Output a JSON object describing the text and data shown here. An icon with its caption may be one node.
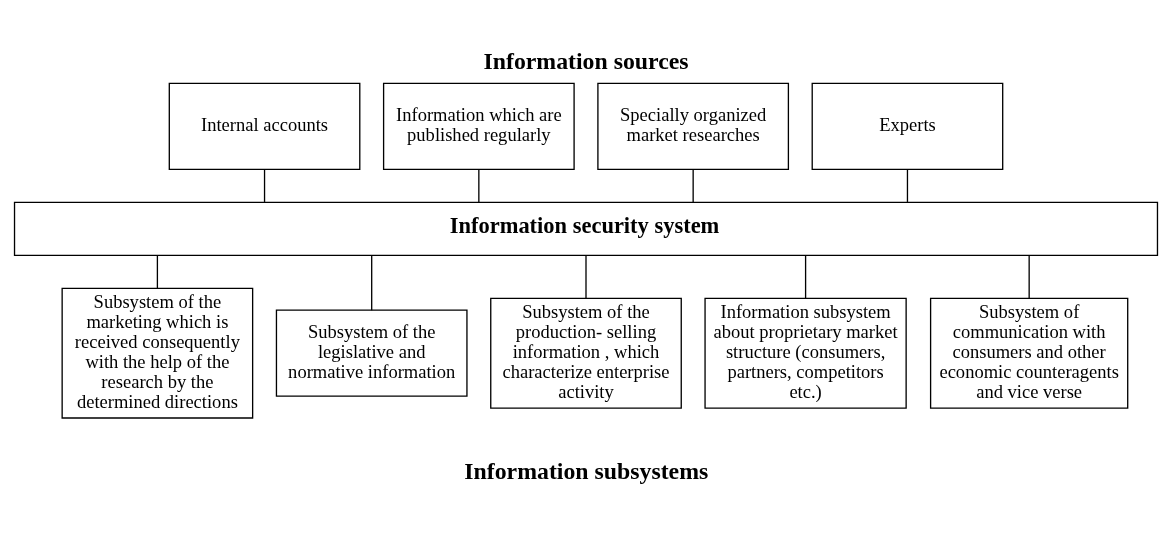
{
  "diagram": {
    "title": "Information sources",
    "caption": "Information subsystems",
    "nodes": [
      {
        "text": [
          "Internal accounts"
        ]
      },
      {
        "text": [
          "Information which are published regularly"
        ]
      },
      {
        "text": [
          "Specially organized market researches"
        ]
      },
      {
        "text": [
          "Experts"
        ]
      },
      {
        "text": [
          "Information security system"
        ]
      },
      {
        "text": [
          "Subsystem of the marketing which is received consequently with the help of the research by the determined directions"
        ]
      },
      {
        "text": [
          "Subsystem of the legislative and normative information"
        ]
      },
      {
        "text": [
          "Subsystem of the production- selling information , which characterize enterprise activity"
        ]
      },
      {
        "text": [
          "Information subsystem about proprietary market structure (consumers, partners, competitors etc.)"
        ]
      },
      {
        "text": [
          "Subsystem of communication with consumers and other economic counteragents and vice verse"
        ]
      }
    ],
    "edges": [
      {
        "from": 0,
        "to": 4,
        "arrow": "none"
      },
      {
        "from": 1,
        "to": 4,
        "arrow": "none"
      },
      {
        "from": 2,
        "to": 4,
        "arrow": "none"
      },
      {
        "from": 3,
        "to": 4,
        "arrow": "none"
      },
      {
        "from": 4,
        "to": 5,
        "arrow": "none"
      },
      {
        "from": 4,
        "to": 6,
        "arrow": "none"
      },
      {
        "from": 4,
        "to": 7,
        "arrow": "none"
      },
      {
        "from": 4,
        "to": 8,
        "arrow": "none"
      },
      {
        "from": 4,
        "to": 9,
        "arrow": "none"
      }
    ]
  }
}
